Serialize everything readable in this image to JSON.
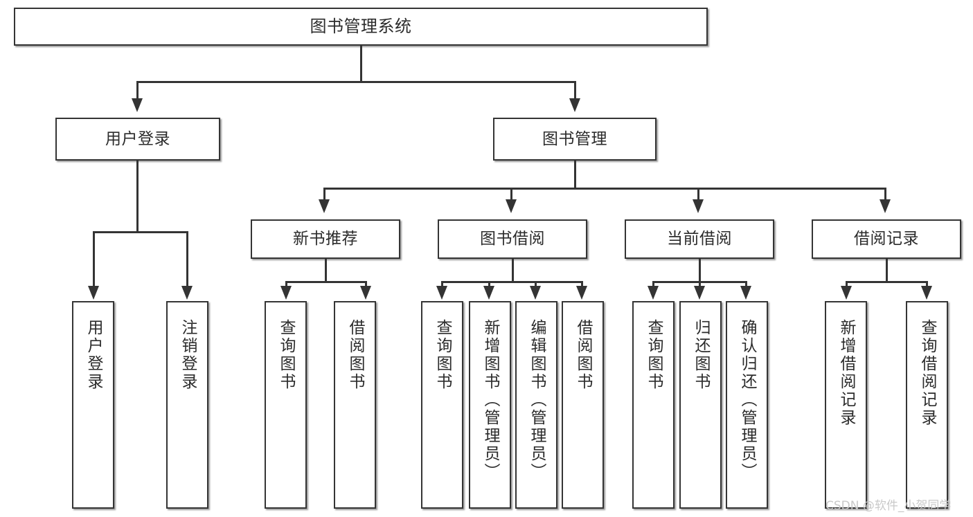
{
  "diagram": {
    "title": "图书管理系统",
    "root": {
      "label": "图书管理系统"
    },
    "level1": [
      {
        "label": "用户登录"
      },
      {
        "label": "图书管理"
      }
    ],
    "level2": [
      {
        "label": "新书推荐"
      },
      {
        "label": "图书借阅"
      },
      {
        "label": "当前借阅"
      },
      {
        "label": "借阅记录"
      }
    ],
    "leaves": {
      "user_login": [
        {
          "label": "用户登录"
        },
        {
          "label": "注销登录"
        }
      ],
      "new_book_recommend": [
        {
          "label": "查询图书"
        },
        {
          "label": "借阅图书"
        }
      ],
      "book_borrow": [
        {
          "label": "查询图书"
        },
        {
          "label": "新增图书（管理员）"
        },
        {
          "label": "编辑图书（管理员）"
        },
        {
          "label": "借阅图书"
        }
      ],
      "current_borrow": [
        {
          "label": "查询图书"
        },
        {
          "label": "归还图书"
        },
        {
          "label": "确认归还（管理员）"
        }
      ],
      "borrow_record": [
        {
          "label": "新增借阅记录"
        },
        {
          "label": "查询借阅记录"
        }
      ]
    }
  },
  "watermark": {
    "text": "CSDN @软件_小贺同学"
  },
  "colors": {
    "stroke": "#343434",
    "text": "#2b2b2b",
    "background": "#ffffff",
    "watermark": "#c9c9c9"
  }
}
